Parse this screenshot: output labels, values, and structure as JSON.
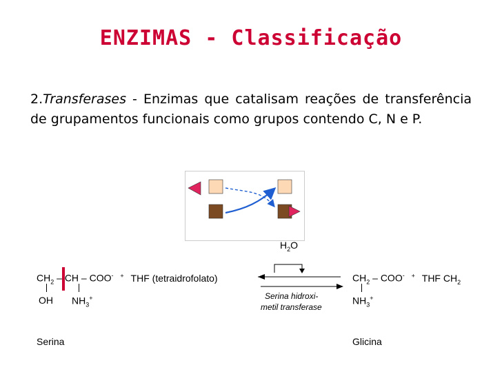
{
  "slide": {
    "title": "ENZIMAS - Classificação",
    "para_num": "2.",
    "para_term": "Transferases",
    "para_rest": " - Enzimas que catalisam reações de transferência de grupamentos funcionais como grupos contendo C, N e P."
  },
  "reaction": {
    "water": "H",
    "water_sub": "2",
    "water_o": "O",
    "left_ch": "CH",
    "left_ch_sub": "2",
    "left_rest": " – CH – COO",
    "left_sup": "-",
    "plus1": "+",
    "thf_left": "THF (tetraidrofolato)",
    "left_oh": "OH",
    "left_nh": "NH",
    "left_nh_sub": "3",
    "left_nh_sup": "+",
    "enzyme_line1": "Serina hidroxi-",
    "enzyme_line2": "metil transferase",
    "right_ch": "CH",
    "right_ch_sub": "2",
    "right_rest": " – COO",
    "right_sup": "-",
    "plus2": "+",
    "thf_right": "THF CH",
    "thf_right_sub": "2",
    "right_nh": "NH",
    "right_nh_sub": "3",
    "right_nh_sup": "+",
    "name_left": "Serina",
    "name_right": "Glicina"
  },
  "colors": {
    "title": "#cc0033",
    "triangle": "#e0245e",
    "square_light": "#fdd9b5",
    "square_dark": "#7b4a22",
    "arrow_blue": "#1f5fd1"
  }
}
